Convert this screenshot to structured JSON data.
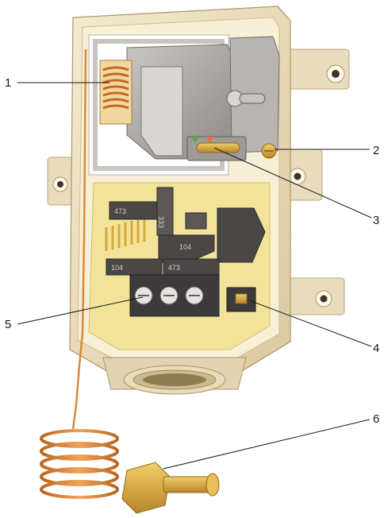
{
  "callouts": {
    "c1": "1",
    "c2": "2",
    "c3": "3",
    "c4": "4",
    "c5": "5",
    "c6": "6"
  },
  "component_marks": {
    "m473a": "473",
    "m104a": "104",
    "m104b": "104",
    "m473b": "473",
    "m333": "333"
  },
  "colors": {
    "housing": "#efe4c8",
    "housing_inner": "#f7efd2",
    "yellow_panel": "#f3e39a",
    "mechanism": "#a9a6a4",
    "dark_block": "#4a4747",
    "copper": "#d68a3c",
    "brass": "#d7a93a",
    "indicator_green": "#5aa64a",
    "indicator_orange": "#e0733a"
  }
}
